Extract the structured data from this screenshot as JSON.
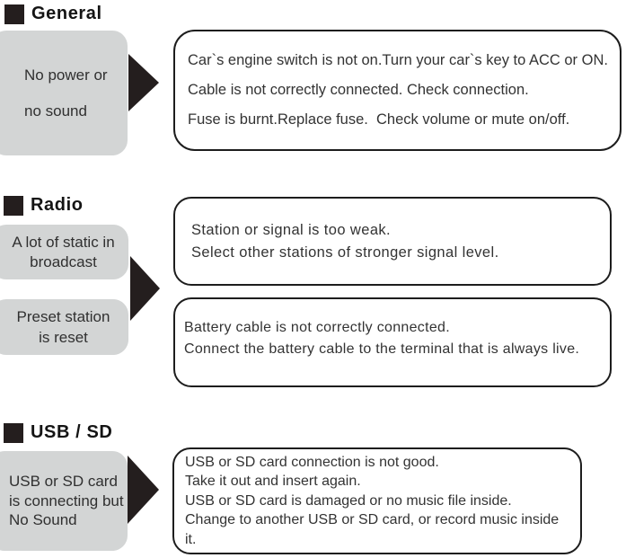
{
  "colors": {
    "ink": "#241e1e",
    "cause_box_gray": "#d3d5d5",
    "result_box_border": "#1d1d1d",
    "background": "#ffffff"
  },
  "sections": [
    {
      "title": "General",
      "causes": [
        {
          "lines": [
            "No power or",
            "no sound"
          ]
        }
      ],
      "results": [
        {
          "lines": [
            "Car`s engine switch is not on.Turn your car`s key to ACC or ON.",
            "Cable is not correctly connected. Check connection.",
            "Fuse is burnt.Replace fuse.  Check volume or mute on/off."
          ]
        }
      ]
    },
    {
      "title": "Radio",
      "causes": [
        {
          "lines": [
            "A lot of static in",
            "broadcast"
          ]
        },
        {
          "lines": [
            "Preset station",
            "is reset"
          ]
        }
      ],
      "results": [
        {
          "lines": [
            "Station or signal is too weak.",
            "Select other stations of stronger signal level."
          ]
        },
        {
          "lines": [
            "Battery cable is not correctly connected.",
            "Connect the battery cable to the terminal that is always live."
          ]
        }
      ]
    },
    {
      "title": "USB / SD",
      "causes": [
        {
          "lines": [
            "USB or SD card",
            "is connecting but",
            "No Sound"
          ]
        }
      ],
      "results": [
        {
          "lines": [
            "USB or SD card connection is not good.",
            "Take it out and insert again.",
            "USB or SD card is damaged or no music file inside.",
            "Change to another USB or SD card, or record music inside",
            "it."
          ]
        }
      ]
    }
  ]
}
